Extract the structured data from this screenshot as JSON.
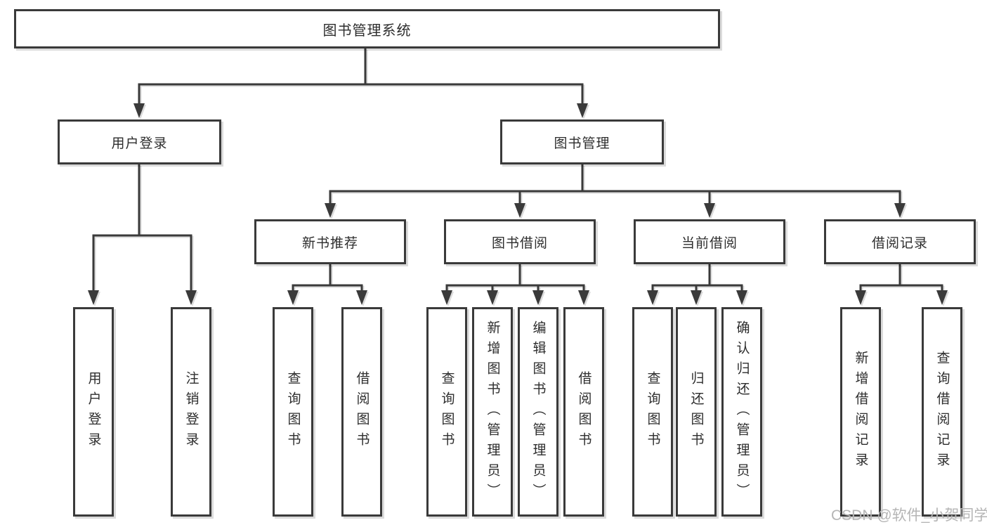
{
  "diagram": {
    "root": {
      "label": "图书管理系统"
    },
    "user_login": {
      "label": "用户登录",
      "children": [
        {
          "label": "用户登录"
        },
        {
          "label": "注销登录"
        }
      ]
    },
    "book_management": {
      "label": "图书管理",
      "sections": [
        {
          "label": "新书推荐",
          "children": [
            {
              "label": "查询图书"
            },
            {
              "label": "借阅图书"
            }
          ]
        },
        {
          "label": "图书借阅",
          "children": [
            {
              "label": "查询图书"
            },
            {
              "label": "新增图书（管理员）"
            },
            {
              "label": "编辑图书（管理员）"
            },
            {
              "label": "借阅图书"
            }
          ]
        },
        {
          "label": "当前借阅",
          "children": [
            {
              "label": "查询图书"
            },
            {
              "label": "归还图书"
            },
            {
              "label": "确认归还（管理员）"
            }
          ]
        },
        {
          "label": "借阅记录",
          "children": [
            {
              "label": "新增借阅记录"
            },
            {
              "label": "查询借阅记录"
            }
          ]
        }
      ]
    }
  },
  "watermark": {
    "text": "CSDN @软件_小贺同学"
  },
  "colors": {
    "line": "#3a3a3a",
    "box_border": "#3a3a3a",
    "box_fill": "#ffffff",
    "text": "#2d2d2d",
    "watermark": "#b5b5b5",
    "background": "#ffffff"
  }
}
